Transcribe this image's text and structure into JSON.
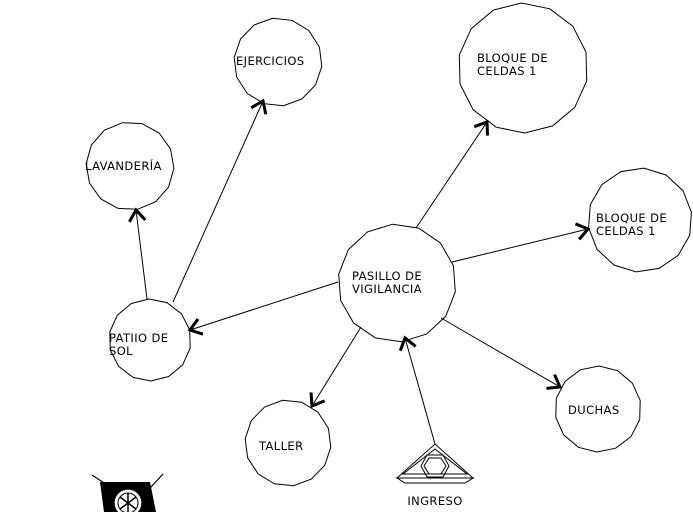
{
  "nodes": [
    {
      "id": "ejercicios",
      "label_lines": [
        "EJERCICIOS"
      ]
    },
    {
      "id": "bloque-celdas-top",
      "label_lines": [
        "BLOQUE  DE",
        "CELDAS  1"
      ]
    },
    {
      "id": "lavanderia",
      "label_lines": [
        "LAVANDERÍA"
      ]
    },
    {
      "id": "bloque-celdas-right",
      "label_lines": [
        "BLOQUE  DE",
        "CELDAS  1"
      ]
    },
    {
      "id": "pasillo",
      "label_lines": [
        "PASILLO  DE",
        "VIGILANCIA"
      ]
    },
    {
      "id": "patio",
      "label_lines": [
        "PATIIO  DE",
        "SOL"
      ]
    },
    {
      "id": "duchas",
      "label_lines": [
        "DUCHAS"
      ]
    },
    {
      "id": "taller",
      "label_lines": [
        "TALLER"
      ]
    },
    {
      "id": "ingreso",
      "label_lines": [
        "INGRESO"
      ]
    }
  ],
  "edges": [
    {
      "from": "pasillo",
      "to": "bloque-celdas-top"
    },
    {
      "from": "pasillo",
      "to": "bloque-celdas-right"
    },
    {
      "from": "pasillo",
      "to": "patio"
    },
    {
      "from": "pasillo",
      "to": "duchas"
    },
    {
      "from": "pasillo",
      "to": "taller"
    },
    {
      "from": "ingreso",
      "to": "pasillo"
    },
    {
      "from": "patio",
      "to": "lavanderia"
    },
    {
      "from": "patio",
      "to": "ejercicios"
    }
  ],
  "icons": {
    "entrance": "entrance-symbol-icon",
    "compass": "north-arrow-compass-icon"
  }
}
